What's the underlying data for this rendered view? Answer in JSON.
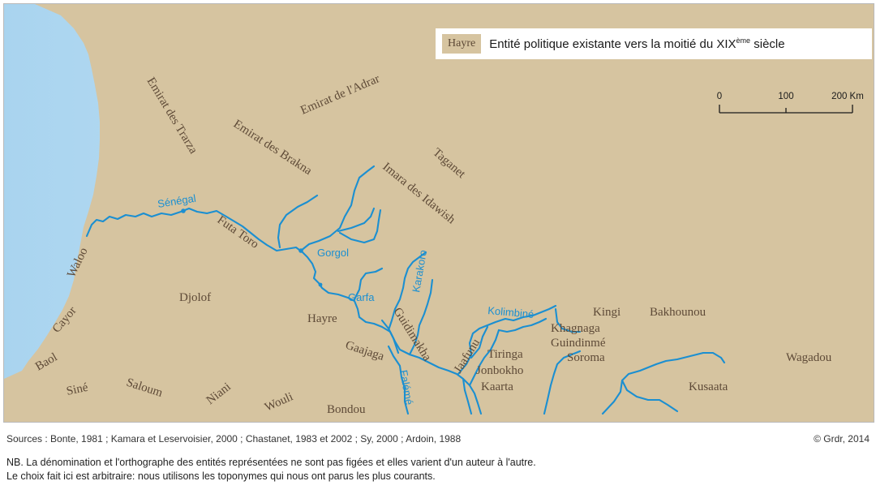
{
  "legend": {
    "swatch": "Hayre",
    "text_main": "Entité politique existante vers la moitié du XIX",
    "text_sup": "ème",
    "text_end": " siècle"
  },
  "scale": {
    "labels": [
      "0",
      "100",
      "200 Km"
    ]
  },
  "entities": [
    "Emirat des Trarza",
    "Emirat des Brakna",
    "Emirat de l'Adrar",
    "Taganet",
    "Imara des Idawish",
    "Futa Toro",
    "Waloo",
    "Djolof",
    "Cayor",
    "Baol",
    "Siné",
    "Saloum",
    "Niani",
    "Wouli",
    "Bondou",
    "Gaajaga",
    "Hayre",
    "Guidimakha",
    "Jaafunu",
    "Tiringa",
    "Jonbokho",
    "Kaarta",
    "Kingi",
    "Khagnaga",
    "Guindinmé",
    "Soroma",
    "Bakhounou",
    "Wagadou",
    "Kusaata"
  ],
  "rivers": [
    "Sénégal",
    "Gorgol",
    "Garfa",
    "Karakoro",
    "Kolimbiné",
    "Falémé"
  ],
  "colors": {
    "land": "#d6c4a0",
    "sea": "#b7dcf2",
    "river": "#1b8fd1",
    "label": "#5e4a37"
  },
  "footer": {
    "sources": "Sources : Bonte, 1981 ; Kamara et Leservoisier, 2000 ; Chastanet, 1983 et 2002 ; Sy, 2000 ; Ardoin, 1988",
    "copyright": "© Grdr, 2014",
    "nb1": "NB. La dénomination et l'orthographe des entités représentées ne sont pas figées et elles varient d'un auteur à l'autre.",
    "nb2": "Le choix fait ici est arbitraire: nous utilisons les toponymes qui nous ont parus les plus courants."
  }
}
